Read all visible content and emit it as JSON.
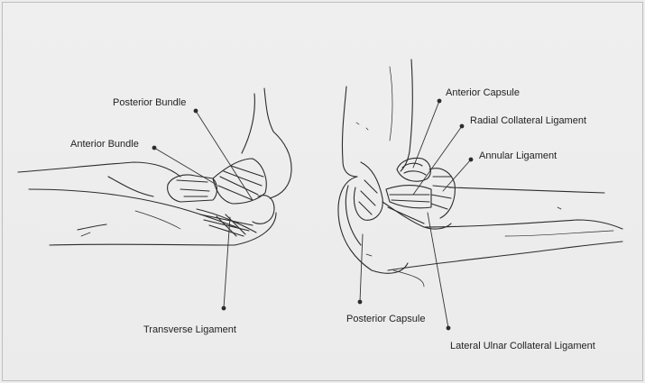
{
  "labels": {
    "posterior_bundle": "Posterior Bundle",
    "anterior_bundle": "Anterior Bundle",
    "transverse_ligament": "Transverse Ligament",
    "anterior_capsule": "Anterior Capsule",
    "radial_collateral_ligament": "Radial Collateral Ligament",
    "annular_ligament": "Annular Ligament",
    "posterior_capsule": "Posterior Capsule",
    "lateral_ulnar_collateral_ligament": "Lateral Ulnar Collateral Ligament"
  },
  "colors": {
    "background": "#ededed",
    "ink": "#2b2b2b",
    "text": "#222222"
  }
}
